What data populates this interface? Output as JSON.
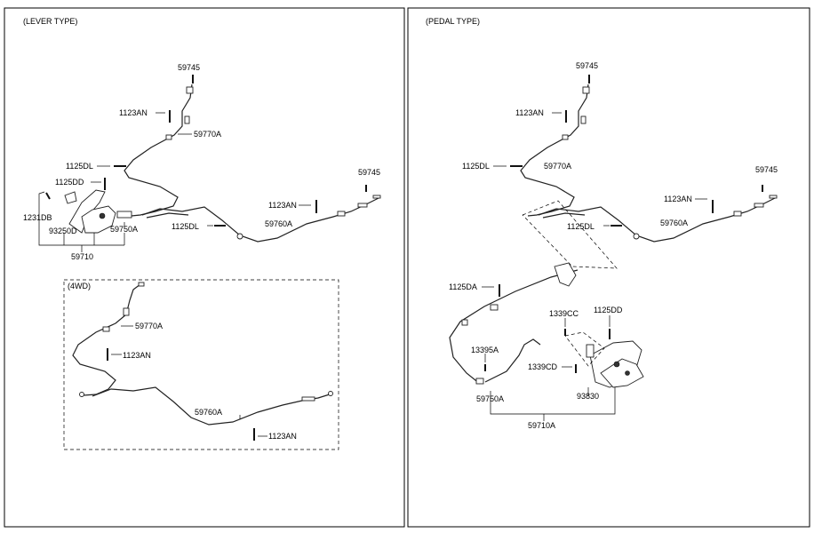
{
  "panels": {
    "lever": {
      "title": "(LEVER TYPE)",
      "labels": {
        "p59745_top": "59745",
        "p1123AN_top": "1123AN",
        "p59770A": "59770A",
        "p1125DL_left": "1125DL",
        "p1125DD": "1125DD",
        "p59745_right": "59745",
        "p1231DB": "1231DB",
        "p93250D": "93250D",
        "p59750A": "59750A",
        "p1123AN_right": "1123AN",
        "p1125DL_mid": "1125DL",
        "p59760A": "59760A",
        "p59710": "59710"
      },
      "inset": {
        "title": "(4WD)",
        "labels": {
          "p59770A": "59770A",
          "p1123AN_a": "1123AN",
          "p59760A": "59760A",
          "p1123AN_b": "1123AN"
        }
      }
    },
    "pedal": {
      "title": "(PEDAL TYPE)",
      "labels": {
        "p59745_top": "59745",
        "p1123AN_top": "1123AN",
        "p1125DL_left": "1125DL",
        "p59770A": "59770A",
        "p59745_right": "59745",
        "p1123AN_right": "1123AN",
        "p59760A": "59760A",
        "p1125DL_mid": "1125DL",
        "p1125DA": "1125DA",
        "p1339CC": "1339CC",
        "p1125DD": "1125DD",
        "p13395A": "13395A",
        "p1339CD": "1339CD",
        "p93830": "93830",
        "p59750A": "59750A",
        "p59710A": "59710A"
      }
    }
  }
}
